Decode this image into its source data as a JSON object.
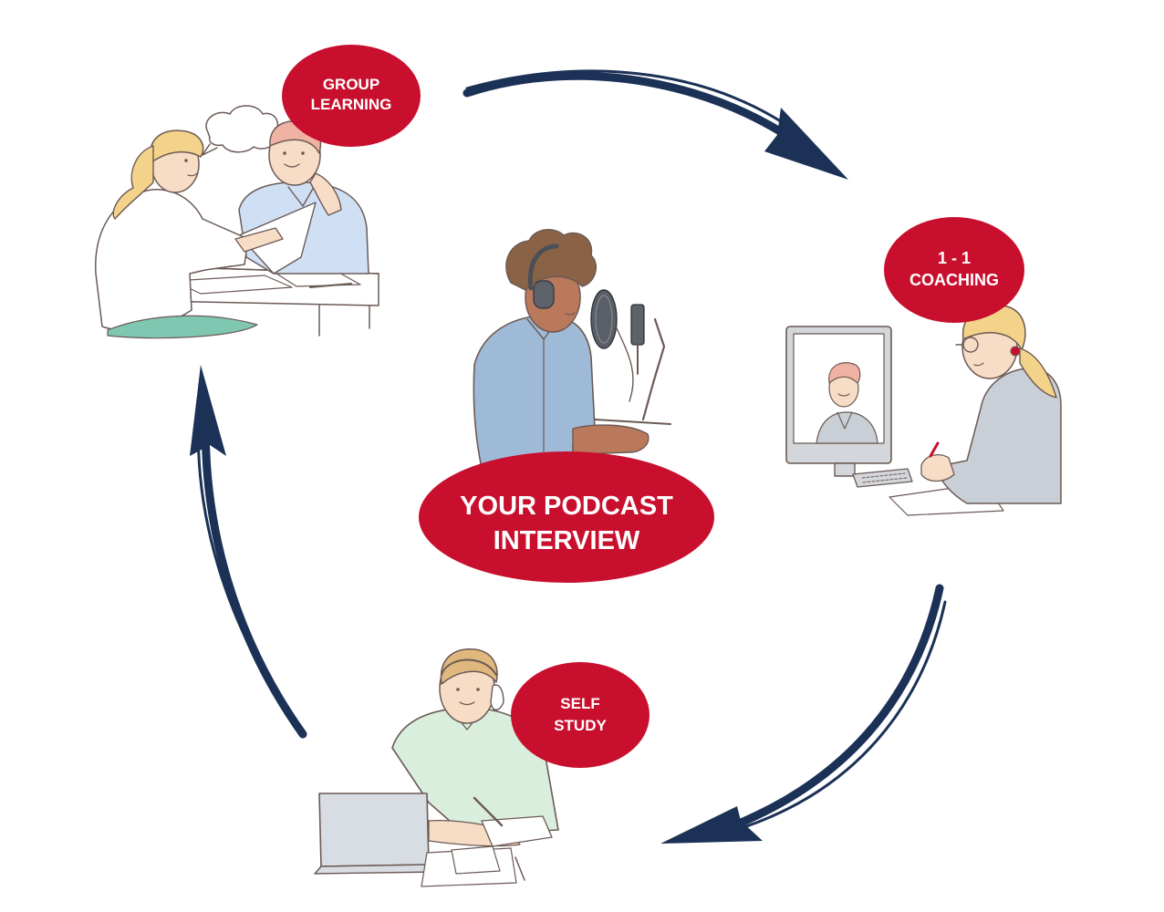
{
  "colors": {
    "accent_red": "#c8102e",
    "arrow_navy": "#1b3156",
    "line_ink": "#6b5a55",
    "skin": "#f7dcc6",
    "skin_dark": "#b9795a",
    "hair_blonde": "#f3d38a",
    "hair_pink": "#f0b3a3",
    "hair_brown": "#e0b77d",
    "hair_curly": "#8a6245",
    "shirt_blue": "#cfe0f5",
    "shirt_slate": "#9fbad6",
    "shirt_green": "#d9eedd",
    "jacket_gray": "#c9cfd6",
    "seat_teal": "#7fc7b0",
    "monitor_gray": "#d3d6da",
    "laptop_gray": "#d8dde3"
  },
  "center": {
    "label_line1": "YOUR PODCAST",
    "label_line2": "INTERVIEW"
  },
  "nodes": {
    "group_learning": {
      "line1": "GROUP",
      "line2": "LEARNING"
    },
    "coaching": {
      "line1": "1 - 1",
      "line2": "COACHING"
    },
    "self_study": {
      "line1": "SELF",
      "line2": "STUDY"
    }
  },
  "icons": {
    "cycle_arrow": "curved-arrow-icon",
    "headphones": "headphones-icon",
    "microphone": "microphone-icon",
    "monitor": "monitor-icon",
    "laptop": "laptop-icon",
    "speech_bubble": "speech-bubble-icon"
  }
}
